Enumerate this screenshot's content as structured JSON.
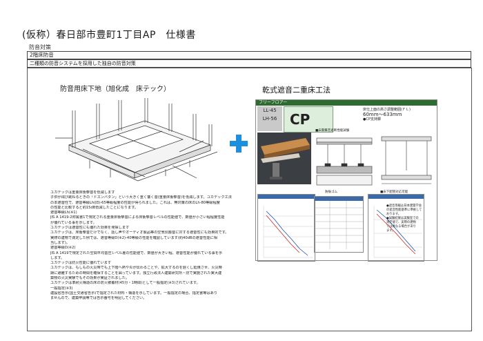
{
  "header": {
    "title": "(仮称）春日部市豊町1丁目AP　仕様書",
    "subtitle": "防音対策"
  },
  "section": {
    "label": "2階床防音",
    "description": "二種類の防音システムを採用した独自の防音対策"
  },
  "left_panel": {
    "heading": "防音用床下地（旭化成　床テック）",
    "text_lines": [
      "ユカテックは重量床衝撃音を低減します",
      "子供が飛び跳ねるときの「ドスンバタン」という大きく重く響く音(重量床衝撃音)を低減します。ユカテック工法",
      "の本遮音性で、遮音等級Lh(旧)-65等級程度の性能が得られました。これは、無対策の床のLh-80等級程度",
      "の性能と比較すると約15dB低減したことになります。",
      "遮音等級Lh(※1)",
      "JIS A 1419-2附属書1で規定される重量床衝撃音による床衝撃音レベルの性能値で、数値が小さい程程度性能",
      "が優れている事を示します。",
      "ユカテックは遮音性にも優れた効果を発揮します",
      "ユカテックは、床衝撃音だけでなく、話し声やオーディオ製品等の空気伝搬音に対する遮音性にも効果的です。",
      "実際の建物で測定した例では、遮音等級D(※2)-40等級の性能を確認しています(約40dBの遮音性能に相",
      "当します)。",
      "遮音等級D(※2)",
      "JIS A 1419で規定された空間平均音圧レベル差の性能値で、数値が大きい程、遮音性能が優れている事を示",
      "します。",
      "ユカテックは防火性能に優れています",
      "ユカテックは、もしもの火災時でも上下階へ熱や炎が伝わることや、拡大するのを遅くし延焼させ、火災時",
      "期に避難するための時間を確保することを図っています。独立行政法人建築研究所・防で実施された実大建",
      "築物の火災実験でもその効果が実証されました。",
      "ユカテックは準耐火構造の床の防火被覆材(45分・1時間)として一般指定(※3)されています。",
      "一般指定(※3)",
      "建設省告示(国土交通省告示)で指定された材料・構造を示しています。一般指定の場合、指定書等はあり",
      "ませんので、建築申請等では告示番号を明記してください。"
    ]
  },
  "right_panel": {
    "heading": "乾式遮音二重床工法",
    "catalog": {
      "brand": "フリーフロアー",
      "ratings": [
        "LL-45",
        "LH-56"
      ],
      "product": "CP",
      "spec_lines": [
        "床仕上面の高さ調整範囲(ＦＬ)",
        "60mm～633mm",
        "●CP支持脚"
      ],
      "labels": [
        "■床衝撃音遮断性能試験",
        "防振ゴム",
        "■床下配管対応可能"
      ]
    },
    "note_lines": [
      "●遮音等級は日本建築学会",
      "の遮音性能基準に準拠して",
      "おります。",
      "●試験結果は実験室での",
      "測定値で、実際の建物",
      "では異なる場合があり",
      "ます。"
    ]
  },
  "colors": {
    "accent_plus": "#1f8fdc",
    "catalog_band": "#2e6b2e",
    "chart_header": "#3a6aa8"
  }
}
